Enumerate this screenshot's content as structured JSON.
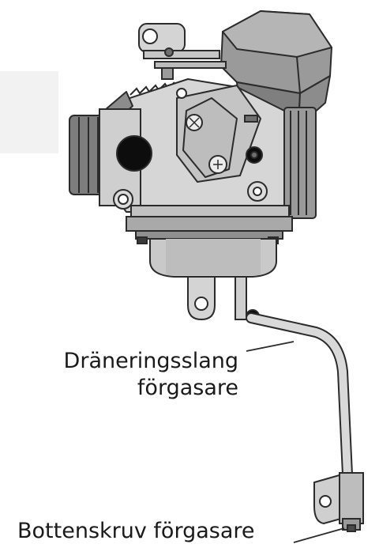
{
  "labels": {
    "drain_line1": "Dräneringsslang",
    "drain_line2": "förgasare",
    "bottom_screw": "Bottenskruv förgasare"
  },
  "colors": {
    "outline": "#2b2b2b",
    "body_light": "#d9d9d9",
    "body_mid": "#bdbdbd",
    "body_dark": "#8f8f8f",
    "shadow": "#6f6f6f",
    "hole": "#0d0d0d",
    "text": "#1a1a1a",
    "left_panel": "#f2f2f2"
  }
}
